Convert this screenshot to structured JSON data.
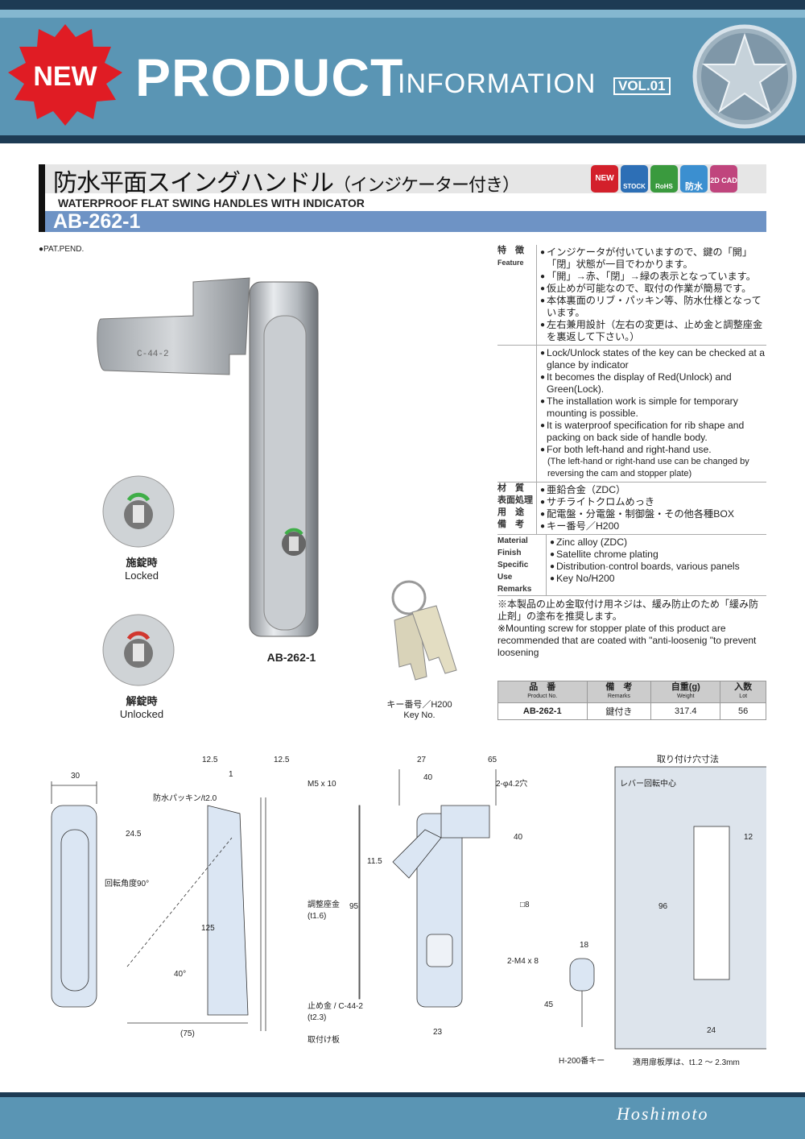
{
  "header": {
    "new_label": "NEW",
    "product": "PRODUCT",
    "information": "INFORMATION",
    "vol": "VOL.01"
  },
  "product": {
    "jp_title": "防水平面スイングハンドル",
    "jp_title_suffix": "（インジケーター付き）",
    "en_title": "WATERPROOF FLAT SWING HANDLES WITH INDICATOR",
    "code": "AB-262-1",
    "pat": "●PAT.PEND."
  },
  "badges": [
    "NEW",
    "STOCK",
    "RoHS",
    "防水",
    "2D CAD"
  ],
  "features": {
    "label_jp": "特　徴",
    "label_en": "Feature",
    "jp_items": [
      "インジケータが付いていますので、鍵の「開」「閉」状態が一目でわかります。",
      "「開」→赤、「閉」→緑の表示となっています。",
      "仮止めが可能なので、取付の作業が簡易です。",
      "本体裏面のリブ・パッキン等、防水仕様となっています。",
      "左右兼用設計（左右の変更は、止め金と調整座金を裏返して下さい。）"
    ],
    "en_items": [
      "Lock/Unlock states of the key can be checked at a glance by indicator",
      "It becomes the display of Red(Unlock) and Green(Lock).",
      "The installation work is simple for temporary mounting is possible.",
      "It is waterproof specification for rib shape and packing on back side of handle body.",
      "For both left-hand and right-hand use."
    ],
    "en_note": "(The left-hand or right-hand use can be changed by reversing the cam and stopper plate)"
  },
  "specs_jp": [
    {
      "label": "材　質",
      "value": "亜鉛合金（ZDC）"
    },
    {
      "label": "表面処理",
      "value": "サチライトクロムめっき"
    },
    {
      "label": "用　途",
      "value": "配電盤・分電盤・制御盤・その他各種BOX"
    },
    {
      "label": "備　考",
      "value": "キー番号／H200"
    }
  ],
  "specs_en": [
    {
      "label": "Material",
      "value": "Zinc alloy (ZDC)"
    },
    {
      "label": "Finish",
      "value": "Satellite chrome plating"
    },
    {
      "label": "Specific Use",
      "value": "Distribution·control boards, various panels"
    },
    {
      "label": "Remarks",
      "value": "Key No/H200"
    }
  ],
  "notes": {
    "jp": "※本製品の止め金取付け用ネジは、緩み防止のため「緩み防止剤」の塗布を推奨します。",
    "en": "※Mounting screw for stopper plate of this product are recommended that are coated with \"anti-loosenig \"to prevent loosening"
  },
  "captions": {
    "locked_jp": "施錠時",
    "locked_en": "Locked",
    "unlocked_jp": "解錠時",
    "unlocked_en": "Unlocked",
    "product_code": "AB-262-1",
    "key_jp": "キー番号／H200",
    "key_en": "Key No.",
    "handle_stamp": "C-44-2"
  },
  "lot_table": {
    "headers": [
      {
        "jp": "品　番",
        "en": "Product No."
      },
      {
        "jp": "備　考",
        "en": "Remarks"
      },
      {
        "jp": "自重(g)",
        "en": "Weight"
      },
      {
        "jp": "入数",
        "en": "Lot"
      }
    ],
    "row": [
      "AB-262-1",
      "鍵付き",
      "317.4",
      "56"
    ]
  },
  "drawing": {
    "d30": "30",
    "d24_5": "24.5",
    "rot": "回転角度90°",
    "angle40": "40°",
    "d75": "(75)",
    "d125": "125",
    "d12_5a": "12.5",
    "d12_5b": "12.5",
    "d1": "1",
    "packing": "防水パッキン/t2.0",
    "m5": "M5 x 10",
    "washer": "調整座金",
    "washer_t": "(t1.6)",
    "stopper": "止め金 / C-44-2",
    "stopper_t": "(t2.3)",
    "mount": "取付け板",
    "d27": "27",
    "d65": "65",
    "d40a": "40",
    "hole": "2-φ4.2穴",
    "d40b": "40",
    "d11_5": "11.5",
    "d95": "95",
    "sq8": "□8",
    "m4": "2-M4 x 8",
    "d23": "23",
    "d18": "18",
    "d45": "45",
    "key_name": "H-200番キー",
    "cutout_title": "取り付け穴寸法",
    "lever_center": "レバー回転中心",
    "d12": "12",
    "d96": "96",
    "d24": "24",
    "panel": "適用扉板厚は、t1.2 ～ 2.3mm"
  },
  "footer": {
    "brand": "Hoshimoto"
  }
}
